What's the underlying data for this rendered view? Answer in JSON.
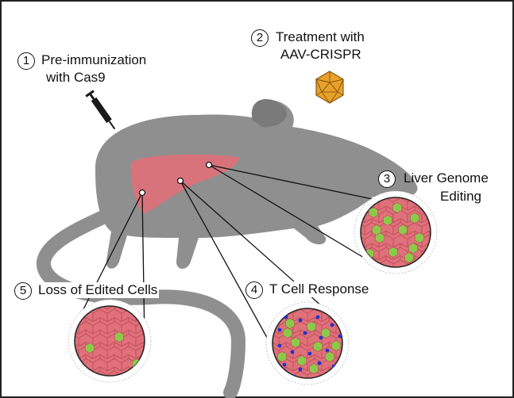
{
  "colors": {
    "mouse": "#8f8f8f",
    "liver": "#e0707a",
    "cell": "#e0707a",
    "cell_edge": "#b84a55",
    "edited_cell": "#8cc94a",
    "t_cell": "#2432c8",
    "virus": "#e8a12a",
    "virus_edge": "#8a5a10",
    "frame": "#222222"
  },
  "steps": [
    {
      "number": "1",
      "label_line1": "Pre-immunization",
      "label_line2": "with Cas9"
    },
    {
      "number": "2",
      "label_line1": "Treatment with",
      "label_line2": "AAV-CRISPR"
    },
    {
      "number": "3",
      "label_line1": "Liver Genome",
      "label_line2": "Editing"
    },
    {
      "number": "4",
      "label_line1": "T Cell Response",
      "label_line2": ""
    },
    {
      "number": "5",
      "label_line1": "Loss of Edited Cells",
      "label_line2": ""
    }
  ],
  "icons": {
    "syringe": "syringe-icon",
    "virus": "aav-virus-icon"
  }
}
